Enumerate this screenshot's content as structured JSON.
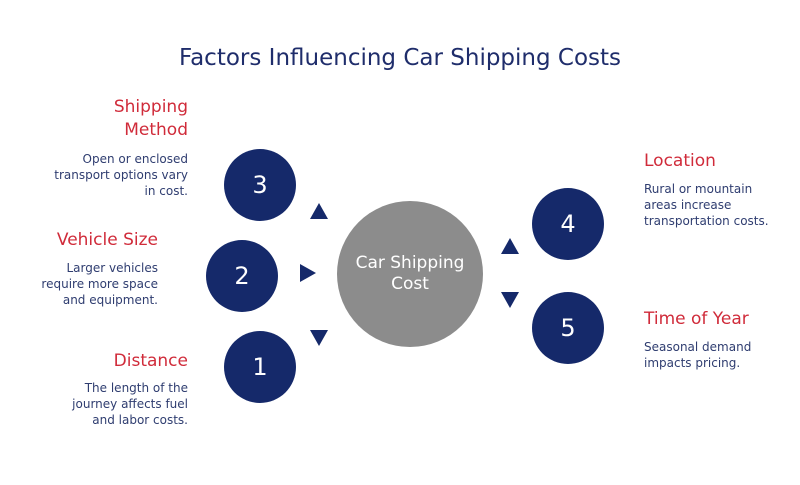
{
  "title": "Factors Influencing Car Shipping Costs",
  "center": {
    "label": "Car Shipping Cost"
  },
  "factors": [
    {
      "number": "1",
      "title": "Distance",
      "description": "The length of the journey affects fuel and labor costs."
    },
    {
      "number": "2",
      "title": "Vehicle Size",
      "description": "Larger vehicles require more space and equipment."
    },
    {
      "number": "3",
      "title": "Shipping Method",
      "description": "Open or enclosed transport options vary in cost."
    },
    {
      "number": "4",
      "title": "Location",
      "description": "Rural or mountain areas increase transportation costs."
    },
    {
      "number": "5",
      "title": "Time of Year",
      "description": "Seasonal demand impacts pricing."
    }
  ],
  "colors": {
    "title": "#1f2d6b",
    "accent_red": "#d02b3a",
    "circle_navy": "#15296a",
    "center_gray": "#8c8c8c",
    "description": "#2f3d70"
  },
  "icons": {
    "arrows": "triangle-arrow-icon"
  }
}
